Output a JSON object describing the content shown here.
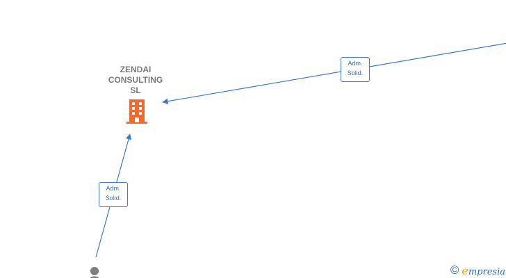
{
  "company": {
    "name": "ZENDAI\nCONSULTING\nSL",
    "icon": "building-icon",
    "color": "#f26a2e"
  },
  "edges": [
    {
      "from": "offscreen-top-right",
      "to": "company",
      "label_line1": "Adm.",
      "label_line2": "Solid."
    },
    {
      "from": "person",
      "to": "company",
      "label_line1": "Adm.",
      "label_line2": "Solid."
    }
  ],
  "person": {
    "icon": "person-icon",
    "color": "#7f7f7f"
  },
  "edge_color": "#3a78d4",
  "brand": {
    "copyright_symbol": "©",
    "name_first": "e",
    "name_rest": "mpresia"
  }
}
